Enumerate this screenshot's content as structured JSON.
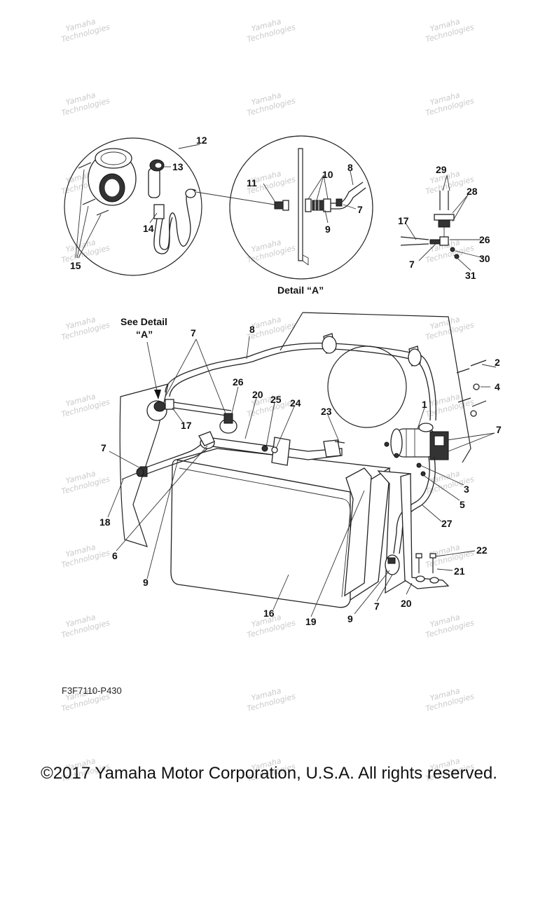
{
  "watermark": {
    "line1": "Yamaha",
    "line2": "Technologies"
  },
  "detail_caption": "Detail “A”",
  "see_detail": {
    "line1": "See Detail",
    "line2": "“A”"
  },
  "figure_code": "F3F7110-P430",
  "copyright": "©2017 Yamaha Motor Corporation, U.S.A. All rights reserved.",
  "callouts": {
    "c12": "12",
    "c13": "13",
    "c14": "14",
    "c15": "15",
    "c11": "11",
    "c10": "10",
    "c8a": "8",
    "c7a": "7",
    "c9a": "9",
    "c29": "29",
    "c28": "28",
    "c17a": "17",
    "c26a": "26",
    "c7b": "7",
    "c30": "30",
    "c31": "31",
    "c7c": "7",
    "c8b": "8",
    "c26b": "26",
    "c20a": "20",
    "c25": "25",
    "c24": "24",
    "c23": "23",
    "c1": "1",
    "c2": "2",
    "c4": "4",
    "c7d": "7",
    "c17b": "17",
    "c7e": "7",
    "c18": "18",
    "c3": "3",
    "c5": "5",
    "c27": "27",
    "c6": "6",
    "c9b": "9",
    "c22": "22",
    "c21": "21",
    "c16": "16",
    "c19": "19",
    "c9c": "9",
    "c7f": "7",
    "c20b": "20"
  }
}
